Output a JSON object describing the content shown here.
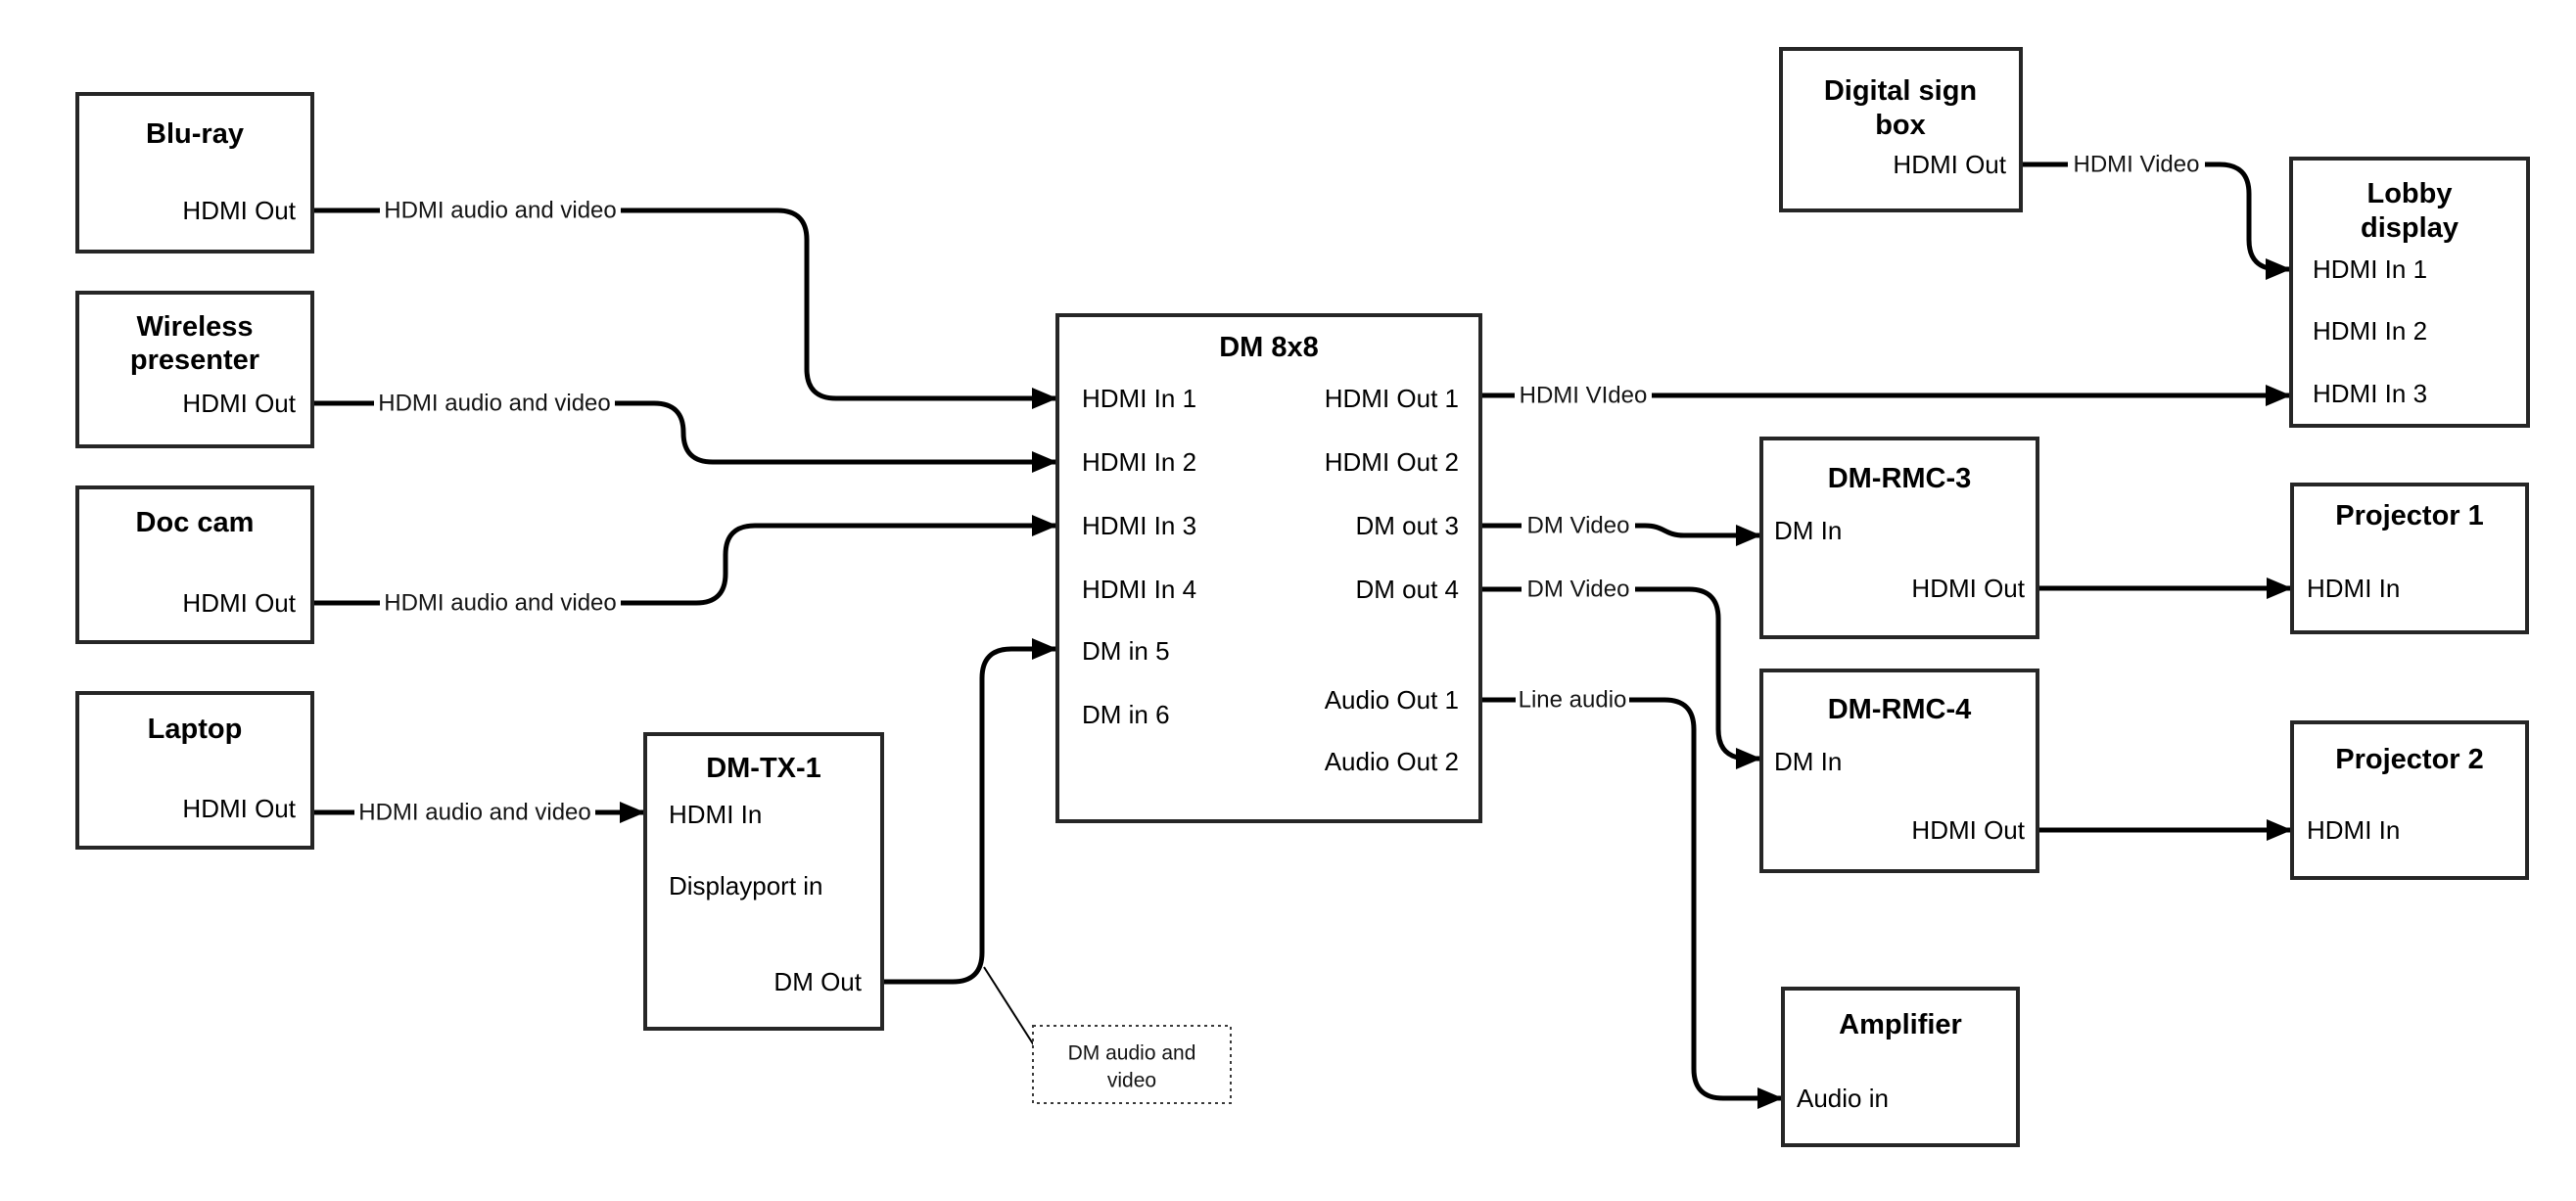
{
  "diagram": {
    "nodes": {
      "bluray": {
        "title": "Blu-ray",
        "port_hdmi_out": "HDMI Out"
      },
      "wireless": {
        "title1": "Wireless",
        "title2": "presenter",
        "port_hdmi_out": "HDMI Out"
      },
      "doccam": {
        "title": "Doc cam",
        "port_hdmi_out": "HDMI Out"
      },
      "laptop": {
        "title": "Laptop",
        "port_hdmi_out": "HDMI Out"
      },
      "dmtx1": {
        "title": "DM-TX-1",
        "port_hdmi_in": "HDMI In",
        "port_displayport_in": "Displayport in",
        "port_dm_out": "DM Out"
      },
      "dm8x8": {
        "title": "DM 8x8",
        "port_hdmi_in1": "HDMI In 1",
        "port_hdmi_in2": "HDMI In 2",
        "port_hdmi_in3": "HDMI In 3",
        "port_hdmi_in4": "HDMI In 4",
        "port_dm_in5": "DM in 5",
        "port_dm_in6": "DM in 6",
        "port_hdmi_out1": "HDMI Out 1",
        "port_hdmi_out2": "HDMI Out 2",
        "port_dm_out3": "DM out 3",
        "port_dm_out4": "DM out 4",
        "port_audio_out1": "Audio Out 1",
        "port_audio_out2": "Audio Out 2"
      },
      "signbox": {
        "title1": "Digital sign",
        "title2": "box",
        "port_hdmi_out": "HDMI Out"
      },
      "lobby": {
        "title1": "Lobby",
        "title2": "display",
        "port_hdmi_in1": "HDMI In 1",
        "port_hdmi_in2": "HDMI In 2",
        "port_hdmi_in3": "HDMI In 3"
      },
      "rmc3": {
        "title": "DM-RMC-3",
        "port_dm_in": "DM In",
        "port_hdmi_out": "HDMI Out"
      },
      "proj1": {
        "title": "Projector 1",
        "port_hdmi_in": "HDMI In"
      },
      "rmc4": {
        "title": "DM-RMC-4",
        "port_dm_in": "DM In",
        "port_hdmi_out": "HDMI Out"
      },
      "proj2": {
        "title": "Projector 2",
        "port_hdmi_in": "HDMI In"
      },
      "amp": {
        "title": "Amplifier",
        "port_audio_in": "Audio in"
      }
    },
    "wire_labels": {
      "bluray_to_in1": "HDMI audio and video",
      "wireless_to_in2": "HDMI audio and video",
      "doccam_to_in3": "HDMI audio and video",
      "laptop_to_tx": "HDMI audio and video",
      "sign_to_lobby": "HDMI Video",
      "out1_to_lobby": "HDMI VIdeo",
      "out3_to_rmc3": "DM Video",
      "out4_to_rmc4": "DM Video",
      "audio1_to_amp": "Line audio"
    },
    "note": {
      "line1": "DM audio and",
      "line2": "video"
    },
    "colors": {
      "wire": "#000000",
      "box_border": "#262626",
      "text": "#000000",
      "background": "#ffffff"
    }
  }
}
